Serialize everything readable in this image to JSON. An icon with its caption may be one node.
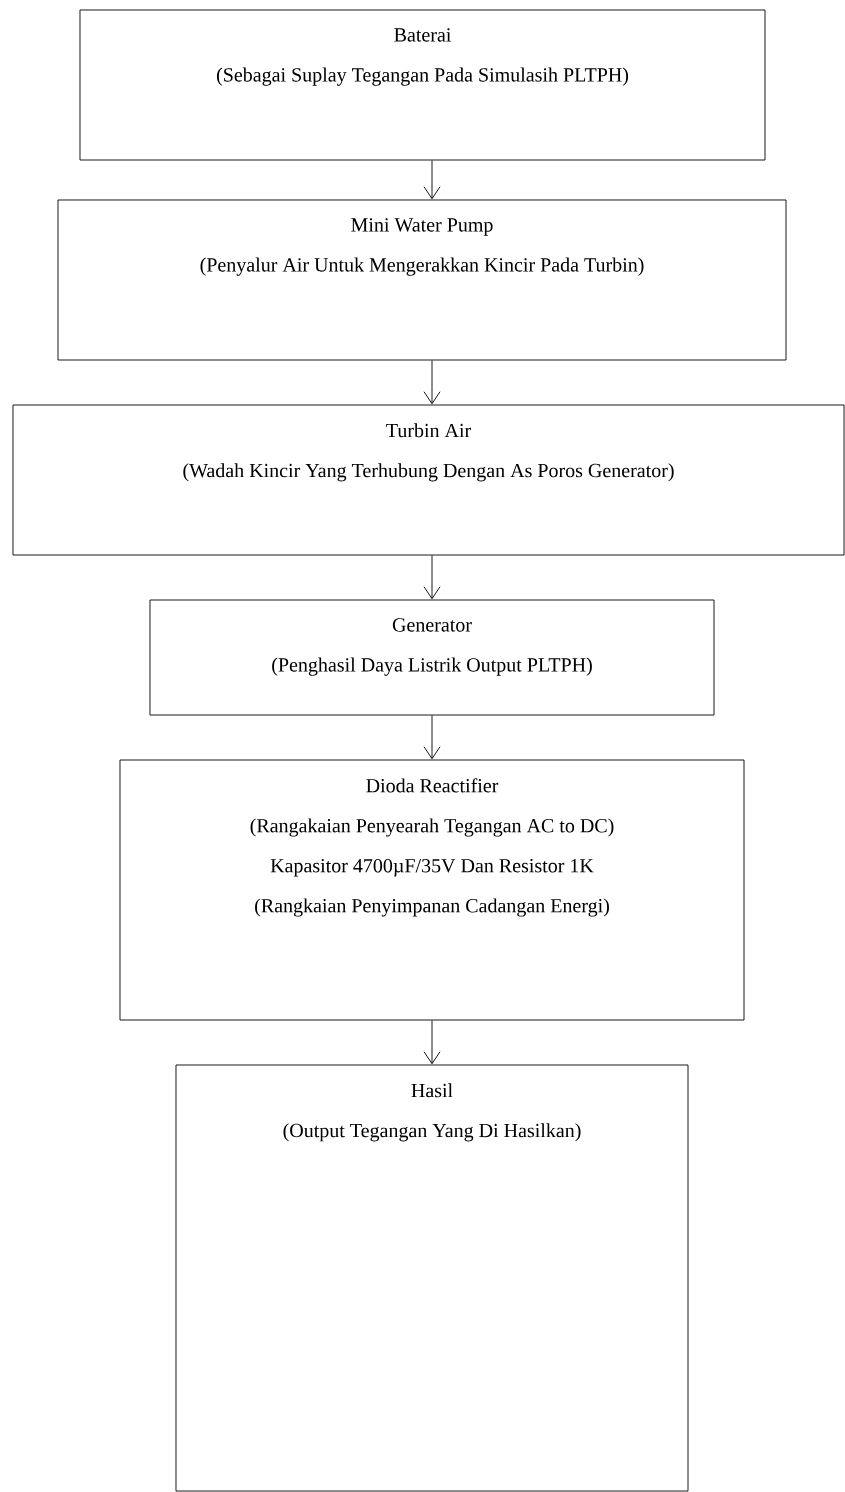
{
  "diagram": {
    "nodes": [
      {
        "text": [
          "Baterai",
          "(Sebagai Suplay Tegangan Pada Simulasih PLTPH)"
        ]
      },
      {
        "text": [
          "Mini Water Pump",
          "(Penyalur Air Untuk Mengerakkan Kincir Pada Turbin)"
        ]
      },
      {
        "text": [
          "Turbin Air",
          "(Wadah Kincir Yang Terhubung Dengan As Poros Generator)"
        ]
      },
      {
        "text": [
          "Generator",
          "(Penghasil Daya Listrik Output PLTPH)"
        ]
      },
      {
        "text": [
          "Dioda Reactifier",
          "(Rangakaian Penyearah Tegangan AC to DC)",
          "Kapasitor 4700µF/35V Dan Resistor 1K",
          "(Rangkaian Penyimpanan Cadangan Energi)"
        ]
      },
      {
        "text": [
          "Hasil",
          "(Output Tegangan Yang Di Hasilkan)"
        ]
      }
    ],
    "edges": [
      {
        "from": 0,
        "to": 1,
        "arrow": "to"
      },
      {
        "from": 1,
        "to": 2,
        "arrow": "to"
      },
      {
        "from": 2,
        "to": 3,
        "arrow": "to"
      },
      {
        "from": 3,
        "to": 4,
        "arrow": "to"
      },
      {
        "from": 4,
        "to": 5,
        "arrow": "to"
      }
    ]
  }
}
